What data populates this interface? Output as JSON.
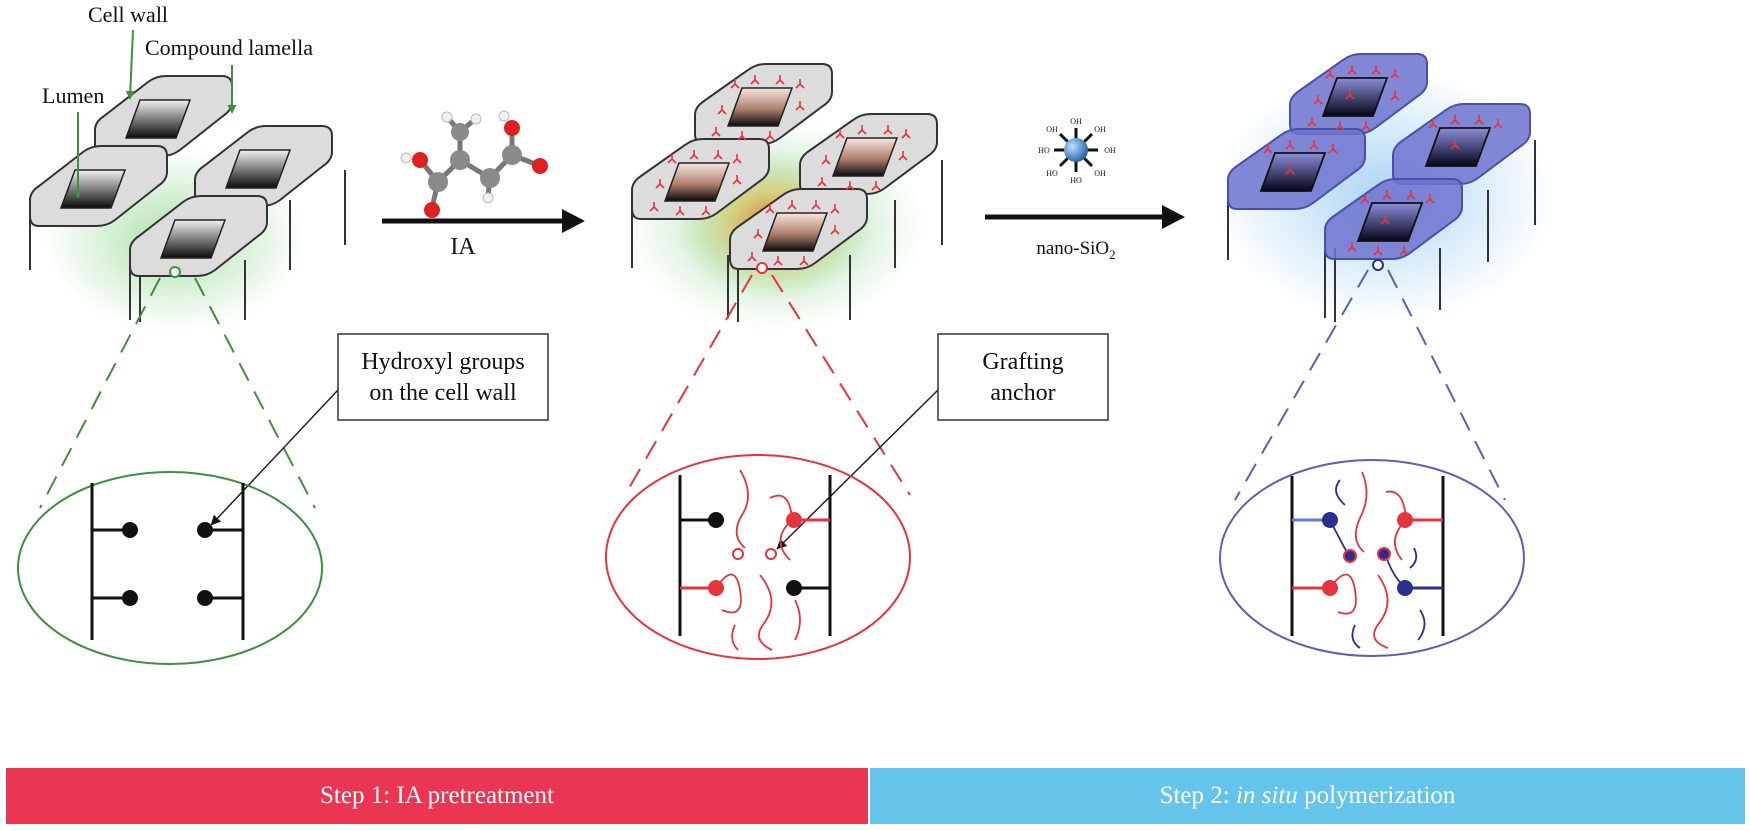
{
  "labels": {
    "cell_wall": "Cell wall",
    "compound_lamella": "Compound lamella",
    "lumen": "Lumen",
    "hydroxyl_line1": "Hydroxyl groups",
    "hydroxyl_line2": "on the cell wall",
    "grafting_line1": "Grafting",
    "grafting_line2": "anchor",
    "arrow1": "IA",
    "arrow2_prefix": "nano-SiO",
    "arrow2_sub": "2",
    "oh": "OH",
    "ho": "HO"
  },
  "steps": {
    "step1": "Step 1: IA pretreatment",
    "step2_prefix": "Step 2: ",
    "step2_italic": "in situ",
    "step2_suffix": " polymerization"
  },
  "colors": {
    "step1_bar": "#ea3553",
    "step2_bar": "#64c4ec",
    "green": "#3f8f3f",
    "red": "#e8323c",
    "navy": "#2a2f8f"
  }
}
